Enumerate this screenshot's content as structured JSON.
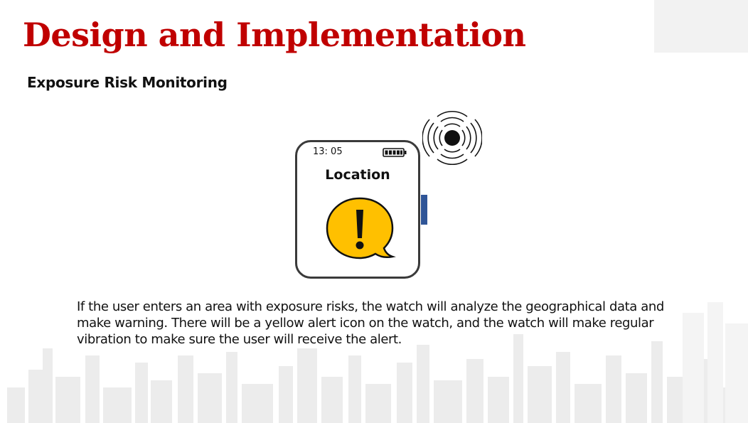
{
  "slide": {
    "title": "Design and Implementation",
    "subtitle": "Exposure Risk Monitoring",
    "title_color": "#c00000"
  },
  "watch": {
    "time": "13: 05",
    "screen_label": "Location",
    "battery_icon": "battery-full-icon",
    "alert_icon": "exclamation-bubble-icon",
    "alert_color": "#ffc000",
    "crown_color": "#2f5597",
    "vibration_icon": "vibration-icon"
  },
  "description": {
    "text": "If the user enters an area with exposure risks, the watch will analyze the geographical data and make warning. There will be a yellow alert icon on the watch, and the watch will make regular vibration to make sure the user will receive the alert."
  }
}
